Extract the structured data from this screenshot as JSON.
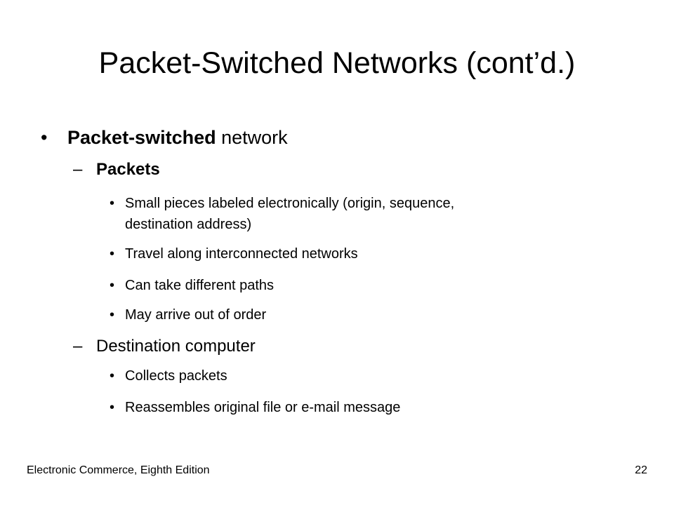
{
  "slide": {
    "title": "Packet-Switched Networks (cont’d.)",
    "bullet_glyph": "•",
    "dash_glyph": "–",
    "level1": {
      "bold": "Packet-switched",
      "rest": " network"
    },
    "groups": [
      {
        "heading": "Packets",
        "heading_bold": true,
        "items": [
          "Small pieces labeled electronically (origin, sequence,",
          "destination address)",
          "Travel along interconnected networks",
          "Can take different paths",
          "May arrive out of order"
        ]
      },
      {
        "heading": "Destination computer",
        "heading_bold": false,
        "items": [
          "Collects packets",
          "Reassembles original file or e-mail message"
        ]
      }
    ]
  },
  "footer": {
    "book": "Electronic Commerce, Eighth Edition",
    "page_number": "22"
  }
}
